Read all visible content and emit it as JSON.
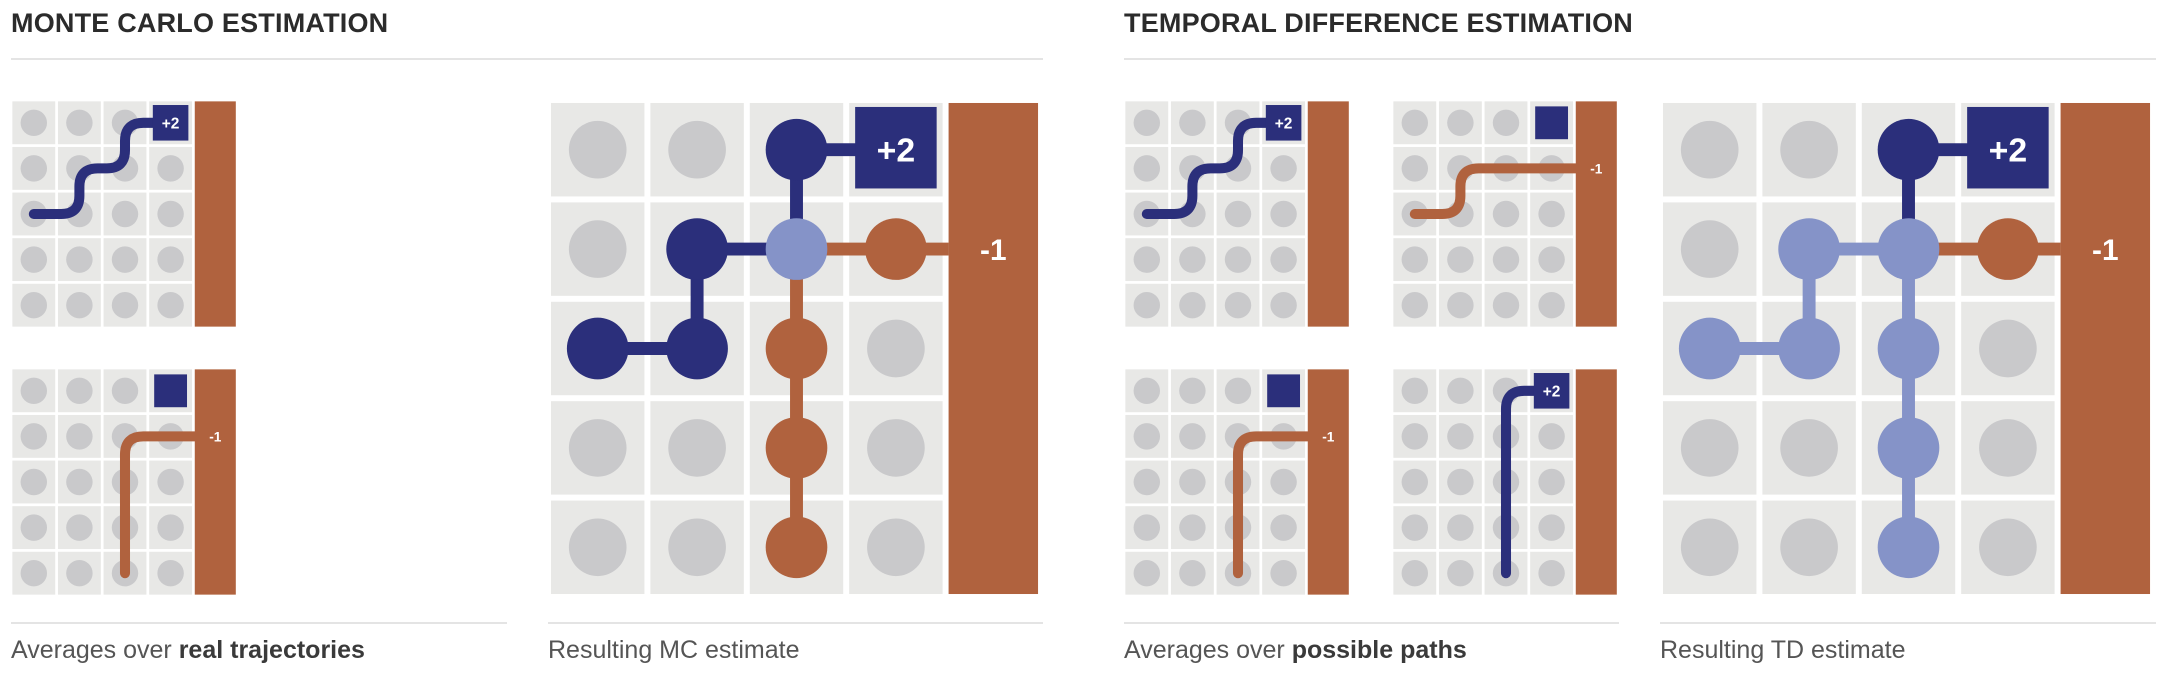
{
  "sections": {
    "mc": {
      "title": "MONTE CARLO ESTIMATION"
    },
    "td": {
      "title": "TEMPORAL DIFFERENCE ESTIMATION"
    }
  },
  "captions": {
    "mc_left": {
      "prefix": "Averages over ",
      "bold": "real trajectories"
    },
    "mc_right": {
      "text": "Resulting MC estimate"
    },
    "td_left": {
      "prefix": "Averages over ",
      "bold": "possible paths"
    },
    "td_right": {
      "text": "Resulting TD estimate"
    }
  },
  "rewards": {
    "positive": "+2",
    "negative": "-1"
  },
  "colors": {
    "cell": "#e8e8e6",
    "dot": "#c9c9cb",
    "navy": "#2b2f7b",
    "orange": "#b0623e",
    "light_blue": "#8593c8",
    "wall": "#b0623e"
  }
}
